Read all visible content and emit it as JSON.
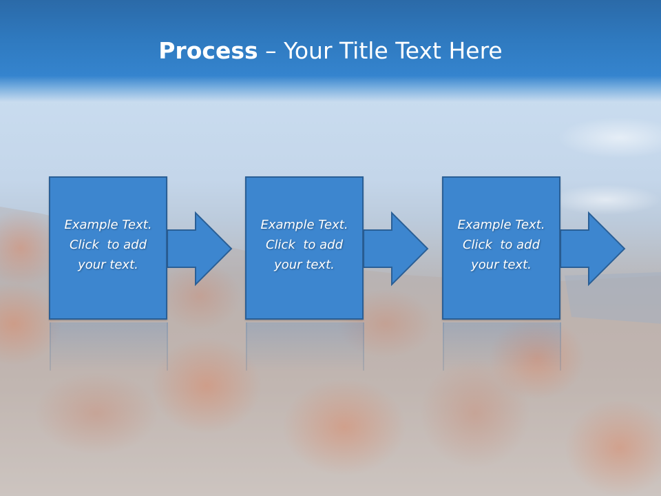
{
  "slide": {
    "title_bold": "Process",
    "title_rest": " – Your Title Text Here",
    "steps": [
      {
        "line1": "Example Text.",
        "line2": "Click  to add",
        "line3": "your text."
      },
      {
        "line1": "Example Text.",
        "line2": "Click  to add",
        "line3": "your text."
      },
      {
        "line1": "Example Text.",
        "line2": "Click  to add",
        "line3": "your text."
      }
    ]
  },
  "colors": {
    "header": "#2f7ac0",
    "box_fill": "#3d86cf",
    "box_border": "#2a5f96",
    "text": "#ffffff"
  }
}
